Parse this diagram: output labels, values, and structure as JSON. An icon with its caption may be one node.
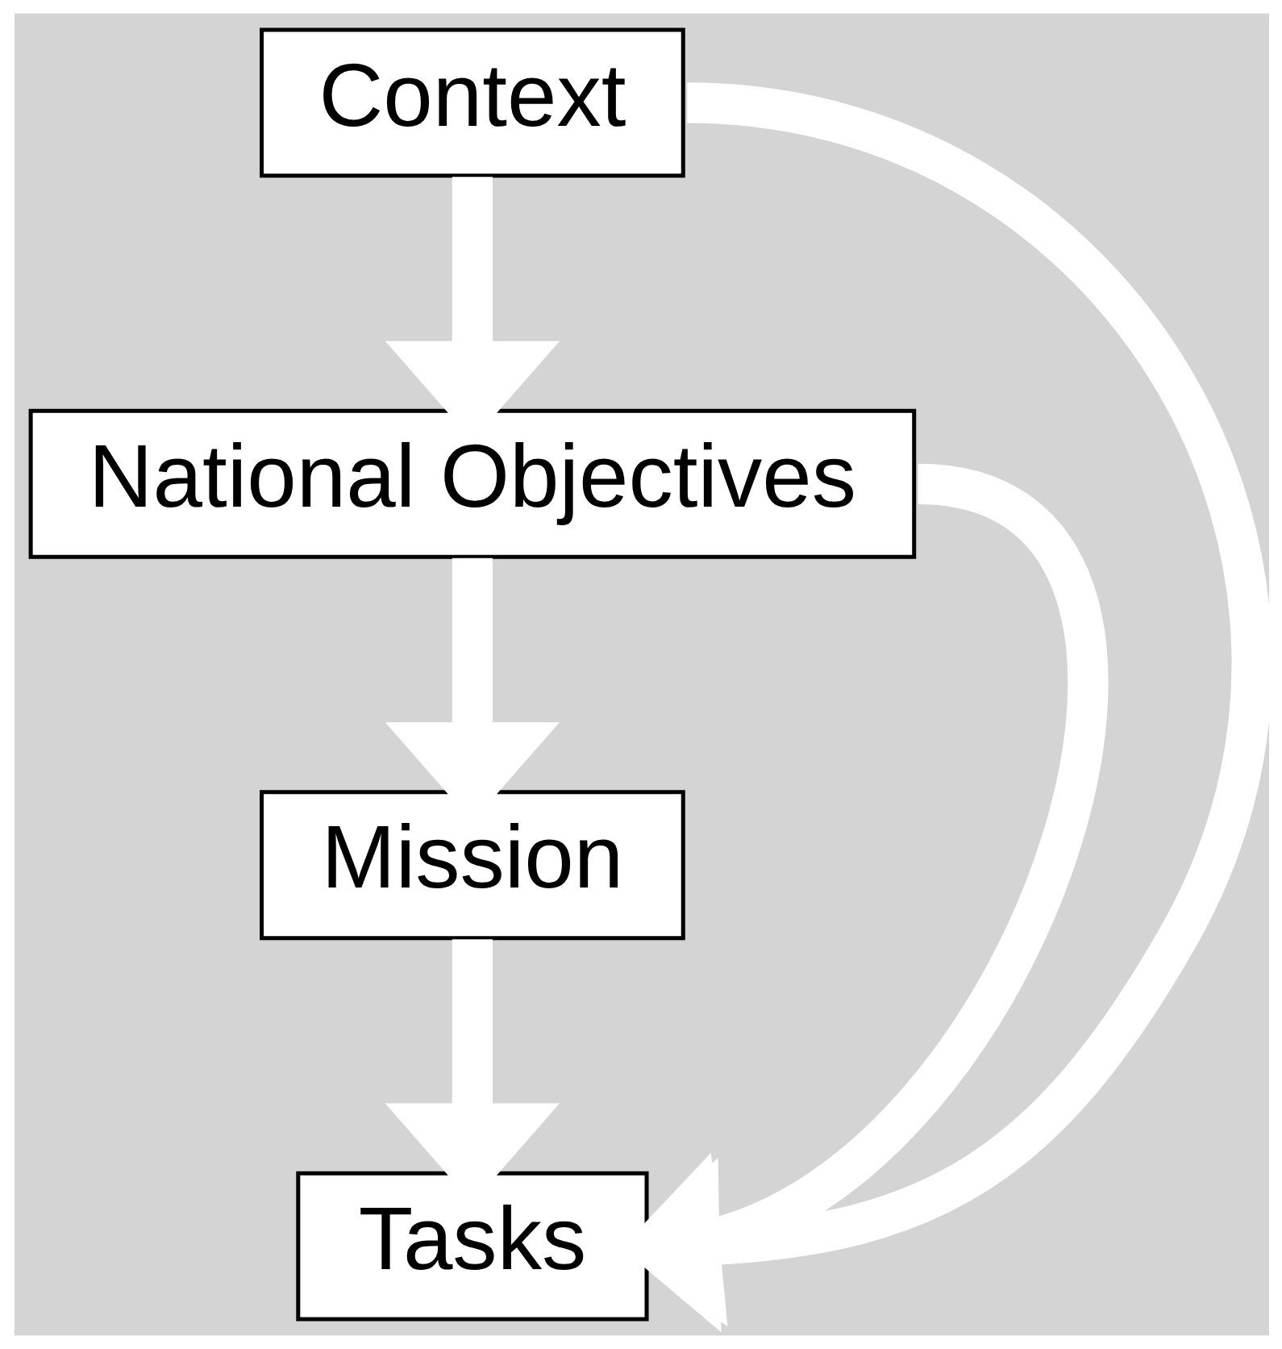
{
  "diagram": {
    "nodes": [
      {
        "text": [
          "Context"
        ]
      },
      {
        "text": [
          "National Objectives"
        ]
      },
      {
        "text": [
          "Mission"
        ]
      },
      {
        "text": [
          "Tasks"
        ]
      }
    ],
    "edges": [
      {
        "from": 0,
        "to": 1,
        "arrow": "to"
      },
      {
        "from": 1,
        "to": 2,
        "arrow": "to"
      },
      {
        "from": 2,
        "to": 3,
        "arrow": "to"
      },
      {
        "from": 0,
        "to": 3,
        "arrow": "to"
      },
      {
        "from": 1,
        "to": 3,
        "arrow": "to"
      }
    ]
  }
}
